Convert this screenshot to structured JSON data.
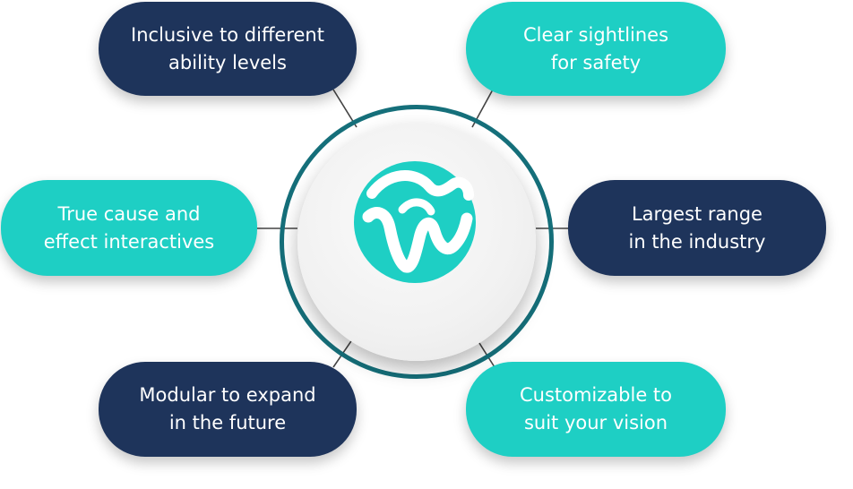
{
  "diagram": {
    "colors": {
      "dark": "#1e345b",
      "teal": "#1ecfc4",
      "ring": "#156f7a",
      "connector": "#444444"
    },
    "hub": {
      "logo_icon": "wave-w-logo"
    },
    "nodes": [
      {
        "text": "Inclusive to different\nability levels",
        "style": "dark"
      },
      {
        "text": "Clear sightlines\nfor safety",
        "style": "teal"
      },
      {
        "text": "True cause and\neffect interactives",
        "style": "teal"
      },
      {
        "text": "Largest range\nin the industry",
        "style": "dark"
      },
      {
        "text": "Modular to expand\nin the future",
        "style": "dark"
      },
      {
        "text": "Customizable to\nsuit your vision",
        "style": "teal"
      }
    ]
  }
}
